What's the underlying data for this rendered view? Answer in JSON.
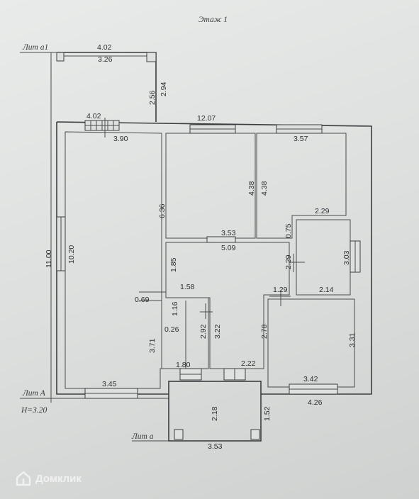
{
  "plan": {
    "floor_title": "Этаж 1",
    "labels": {
      "lit_a1": "Лит а1",
      "lit_A": "Лит А",
      "height": "Н=3.20",
      "lit_a": "Лит а"
    },
    "dimensions": {
      "a1_top_outer": "4.02",
      "a1_top_inner": "3.26",
      "a1_side_inner": "2.56",
      "a1_side_outer": "2.94",
      "a1_bottom": "4.02",
      "room1_width": "3.90",
      "overall_width": "12.07",
      "room3_width": "3.57",
      "overall_height": "11.00",
      "room1_height": "10.20",
      "room2_height_left": "6.36",
      "room2_height_a": "4.38",
      "room2_height_b": "4.38",
      "room3_step": "2.29",
      "room2_bottom": "3.53",
      "small_gap": "0.75",
      "hall_width": "5.09",
      "hall_left_height": "1.85",
      "room4_height": "2.29",
      "room4_side": "3.03",
      "bath_top": "1.58",
      "wall_jog": "0.69",
      "bath_inner_h": "1.16",
      "room4_top_offset": "1.29",
      "room4_width": "2.14",
      "bath_small": "0.26",
      "wc_h1": "2.92",
      "wc_h2": "3.22",
      "hall_right": "2.78",
      "room5_height": "3.31",
      "room1_side_lower": "3.71",
      "bath_bottom": "1.80",
      "hall_bottom": "2.22",
      "room1_bottom": "3.45",
      "room5_width": "3.42",
      "outer_right_bottom": "4.26",
      "porch_height": "2.18",
      "porch_side": "1.52",
      "porch_width": "3.53"
    }
  },
  "watermark": {
    "brand": "Домклик",
    "icon": "domclick-logo-icon"
  }
}
